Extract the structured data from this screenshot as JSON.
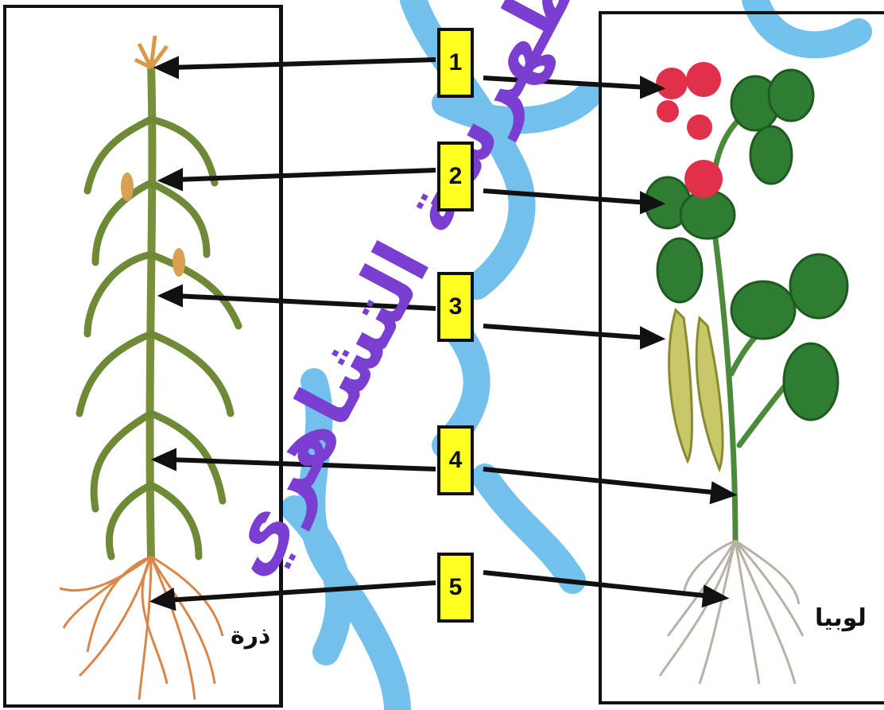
{
  "panels": {
    "left": {
      "label": "ذرة"
    },
    "right": {
      "label": "لوبيا"
    }
  },
  "markers": [
    {
      "number": "1"
    },
    {
      "number": "2"
    },
    {
      "number": "3"
    },
    {
      "number": "4"
    },
    {
      "number": "5"
    }
  ],
  "watermark": {
    "text": "طهرسة التشاهري"
  },
  "colors": {
    "marker_fill": "#ffff22",
    "watermark_text": "#7a3fd0",
    "watermark_swirl": "#5bb6ea",
    "corn_leaf": "#6e8a36",
    "corn_root": "#d9864a",
    "bean_leaf": "#2f7d32",
    "bean_flower": "#e0304a",
    "bean_pod": "#c8c86a",
    "bean_root": "#b9b0a6"
  }
}
